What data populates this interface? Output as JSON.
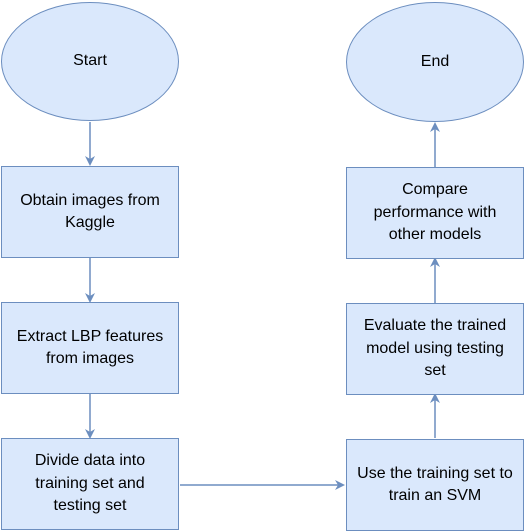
{
  "colors": {
    "node_fill": "#dae8fc",
    "node_border": "#6c8ebf",
    "connector": "#6c8ebf",
    "text": "#000000"
  },
  "nodes": {
    "start": {
      "label": "Start",
      "shape": "ellipse"
    },
    "obtain": {
      "label": "Obtain images from Kaggle",
      "shape": "rectangle"
    },
    "extract": {
      "label": "Extract LBP features from images",
      "shape": "rectangle"
    },
    "divide": {
      "label": "Divide data into training set and testing set",
      "shape": "rectangle"
    },
    "train": {
      "label": "Use the training set to train an SVM",
      "shape": "rectangle"
    },
    "evaluate": {
      "label": "Evaluate the trained model using testing set",
      "shape": "rectangle"
    },
    "compare": {
      "label": "Compare performance with other models",
      "shape": "rectangle"
    },
    "end": {
      "label": "End",
      "shape": "ellipse"
    }
  },
  "edges": [
    {
      "from": "start",
      "to": "obtain"
    },
    {
      "from": "obtain",
      "to": "extract"
    },
    {
      "from": "extract",
      "to": "divide"
    },
    {
      "from": "divide",
      "to": "train"
    },
    {
      "from": "train",
      "to": "evaluate"
    },
    {
      "from": "evaluate",
      "to": "compare"
    },
    {
      "from": "compare",
      "to": "end"
    }
  ]
}
